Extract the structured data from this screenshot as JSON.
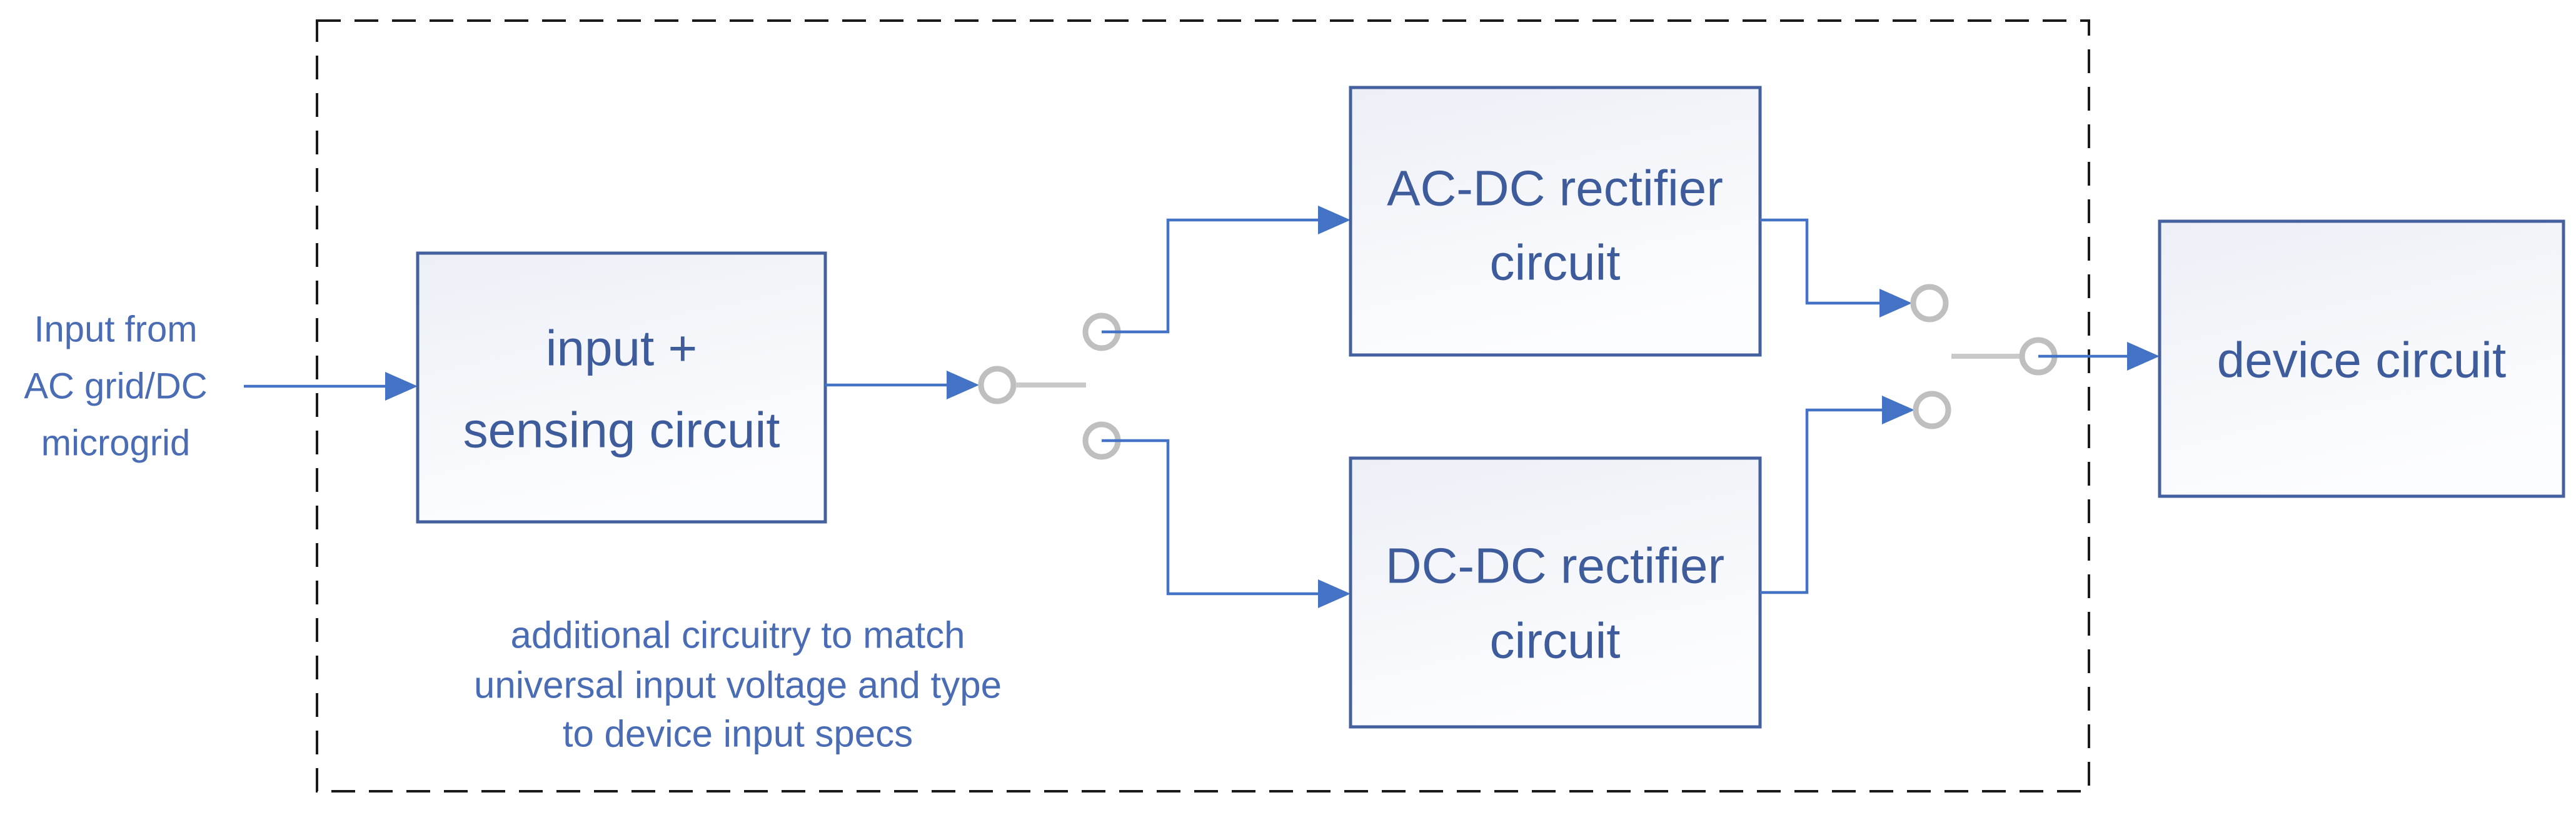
{
  "colors": {
    "connector-blue": "#4472C4",
    "box-border": "#44609E",
    "box-text": "#3E5C9C",
    "outside-text": "#4A6CB5",
    "switch-ring": "#BFBFBF",
    "switch-blade": "#C9C9C9",
    "enclosure-dash": "#1A1A1A",
    "box-fill-top": "#ECEFF6",
    "box-fill-bottom": "#FCFDFF",
    "background": "#FFFFFF"
  },
  "labels": {
    "source": {
      "line1": "Input from",
      "line2": "AC grid/DC",
      "line3": "microgrid"
    },
    "note": {
      "line1": "additional circuitry to match",
      "line2": "universal input voltage and type",
      "line3": "to device input specs"
    }
  },
  "boxes": {
    "input_sensing": {
      "line1": "input +",
      "line2": "sensing circuit"
    },
    "ac_dc": {
      "line1": "AC-DC rectifier",
      "line2": "circuit"
    },
    "dc_dc": {
      "line1": "DC-DC rectifier",
      "line2": "circuit"
    },
    "device": {
      "line1": "device circuit"
    }
  }
}
